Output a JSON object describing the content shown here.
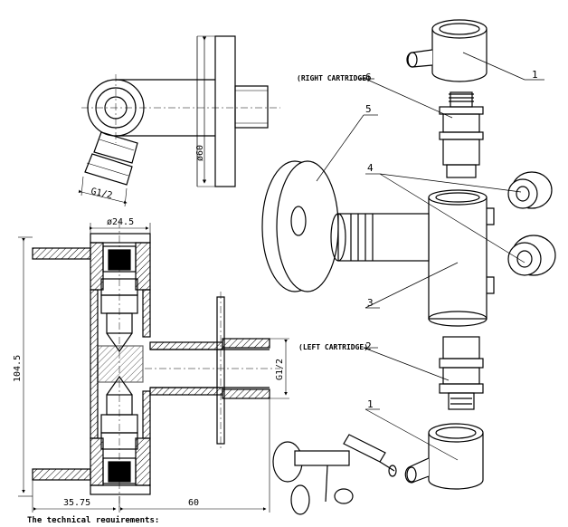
{
  "drawing": {
    "top_view": {
      "thread_label": "G1/2",
      "diameter_label": "ø60"
    },
    "section_view": {
      "top_diameter_label": "ø24.5",
      "height_label": "104.5",
      "thread_label": "G1/2",
      "left_width_label": "35.75",
      "right_width_label": "60"
    },
    "exploded_view": {
      "right_cartridge_label": "(RIGHT CARTRIDGE)",
      "left_cartridge_label": "(LEFT CARTRIDGE)",
      "part_numbers": {
        "handle_top": "1",
        "cartridge_right": "6",
        "flange": "5",
        "outlets": "4",
        "body": "3",
        "cartridge_left": "2",
        "handle_bottom": "1"
      }
    },
    "footer": {
      "requirements_text": "The technical requirements:"
    }
  }
}
